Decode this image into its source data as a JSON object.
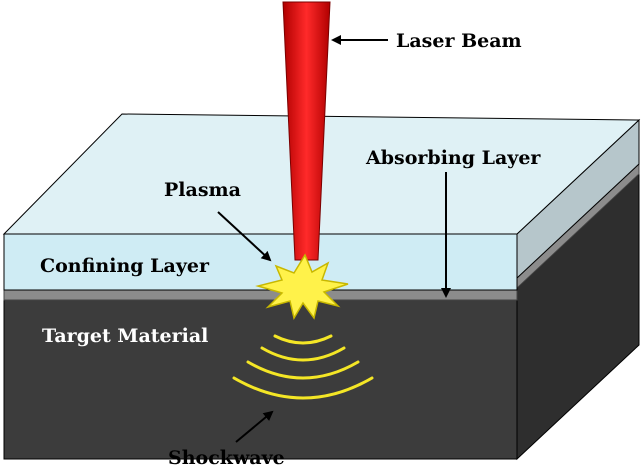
{
  "labels": {
    "laser_beam": "Laser Beam",
    "absorbing_layer": "Absorbing Layer",
    "plasma": "Plasma",
    "confining_layer": "Confining Layer",
    "target_material": "Target Material",
    "shockwave": "Shockwave"
  },
  "colors": {
    "confining_top": "#dff1f5",
    "confining_front": "#cfecf4",
    "confining_side": "#b6c6cb",
    "absorbing": "#8c8c8c",
    "target_front": "#3c3c3c",
    "target_side": "#2e2e2e",
    "laser_beam": "#e01010",
    "plasma_fill": "#fff24a",
    "plasma_stroke": "#c8b800",
    "shockwave": "#f4e626",
    "text_light": "#ffffff",
    "text_dark": "#000000"
  }
}
